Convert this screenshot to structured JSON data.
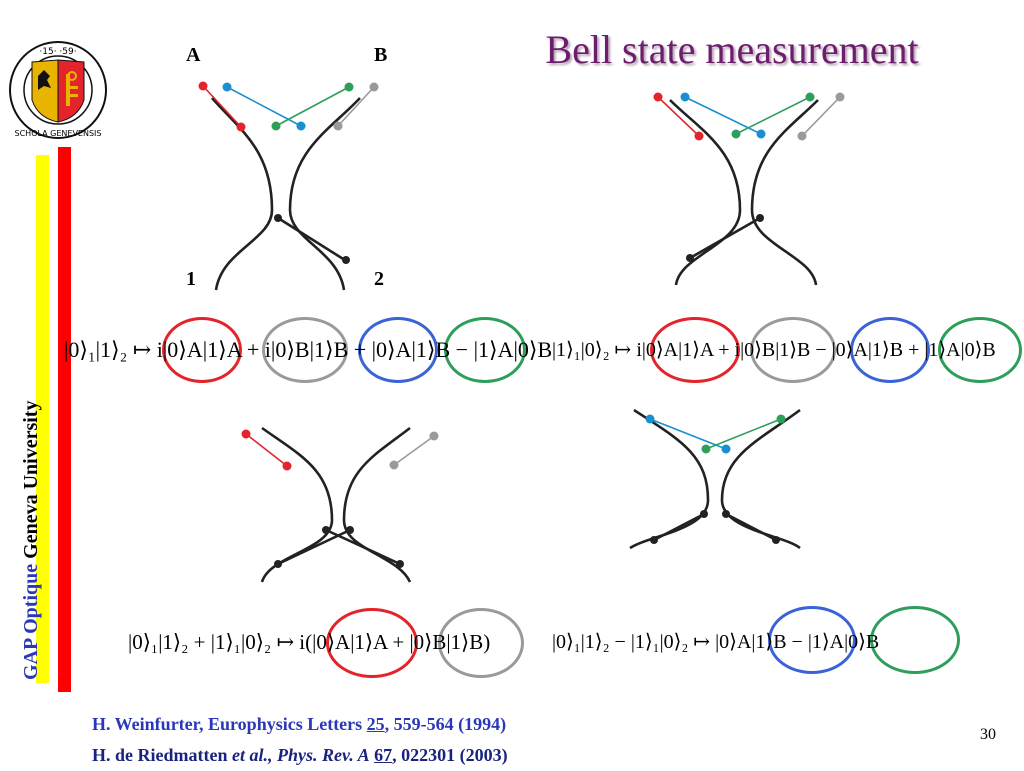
{
  "slide": {
    "title": "Bell state measurement",
    "page_number": "30",
    "logo": {
      "text_top": "·15·  ·59·",
      "text_ring": "SCHOLA GENEVENSIS",
      "colors": {
        "red": "#e3242b",
        "gold": "#e8b400",
        "black": "#111111"
      }
    },
    "sidebar": {
      "part1": "GAP Optique",
      "part2": " Geneva University"
    },
    "labels": {
      "a": "A",
      "b": "B",
      "port1": "1",
      "port2": "2"
    },
    "formulas": {
      "top_left": "|0⟩₁|1⟩₂ ↦ i|0⟩A|1⟩A + i|0⟩B|1⟩B + |0⟩A|1⟩B − |1⟩A|0⟩B",
      "top_right": "|1⟩₁|0⟩₂ ↦ i|0⟩A|1⟩A + i|0⟩B|1⟩B − |0⟩A|1⟩B + |1⟩A|0⟩B",
      "bottom_left": "|0⟩₁|1⟩₂ + |1⟩₁|0⟩₂ ↦ i(|0⟩A|1⟩A + |0⟩B|1⟩B)",
      "bottom_right": "|0⟩₁|1⟩₂ − |1⟩₁|0⟩₂ ↦ |0⟩A|1⟩B − |1⟩A|0⟩B"
    },
    "references": {
      "ref1_prefix": "H. Weinfurter, Europhysics Letters ",
      "ref1_volume": "25",
      "ref1_suffix": ", 559-564 (1994)",
      "ref2_author": "H. de Riedmatten ",
      "ref2_etal": "et al., Phys. Rev. A",
      "ref2_volume": "67",
      "ref2_suffix": ", 022301 (2003)"
    },
    "colors": {
      "title": "#6b1f6b",
      "red": "#e3242b",
      "gray": "#9a9a9a",
      "blue": "#3a63d8",
      "green": "#2e9e5b",
      "cyan_line": "#1a8fd0",
      "ref_blue": "#2a37b8"
    }
  }
}
